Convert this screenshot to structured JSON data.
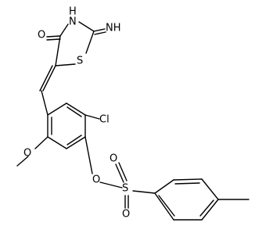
{
  "molecule": {
    "atoms": {
      "imine_nh": "NH",
      "ring_nh": "H",
      "ring_n": "N",
      "carbonyl_o": "O",
      "sulfur": "S",
      "chlorine": "Cl",
      "methoxy_o": "O",
      "ester_o": "O",
      "sulfonyl_s": "S",
      "sulfonyl_o_left": "O",
      "sulfonyl_o_bottom": "O"
    }
  },
  "colors": {
    "bond": "#000000",
    "label": "#000000",
    "background": "#ffffff"
  }
}
